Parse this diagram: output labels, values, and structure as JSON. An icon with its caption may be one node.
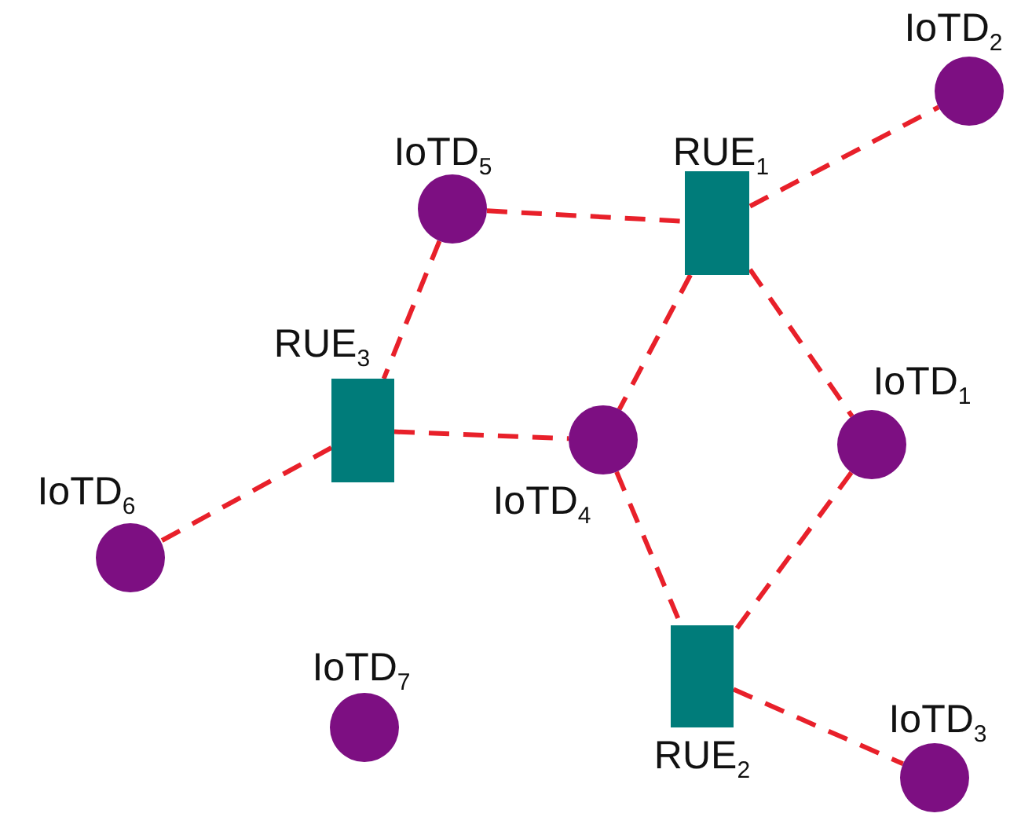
{
  "diagram": {
    "nodes": [
      {
        "text": [
          "IoTD$_{2}$"
        ]
      },
      {
        "text": [
          "IoTD$_{5}$"
        ]
      },
      {
        "text": [
          "RUE$_{1}$"
        ]
      },
      {
        "text": [
          "RUE$_{3}$"
        ]
      },
      {
        "text": [
          "IoTD$_{1}$"
        ]
      },
      {
        "text": [
          "IoTD$_{4}$"
        ]
      },
      {
        "text": [
          "IoTD$_{6}$"
        ]
      },
      {
        "text": [
          "IoTD$_{7}$"
        ]
      },
      {
        "text": [
          "RUE$_{2}$"
        ]
      },
      {
        "text": [
          "IoTD$_{3}$"
        ]
      }
    ],
    "edges": [
      {
        "from": 2,
        "to": 0,
        "arrow": "none",
        "style": "dashed"
      },
      {
        "from": 1,
        "to": 2,
        "arrow": "none",
        "style": "dashed"
      },
      {
        "from": 2,
        "to": 5,
        "arrow": "none",
        "style": "dashed"
      },
      {
        "from": 2,
        "to": 4,
        "arrow": "none",
        "style": "dashed"
      },
      {
        "from": 1,
        "to": 3,
        "arrow": "none",
        "style": "dashed"
      },
      {
        "from": 3,
        "to": 5,
        "arrow": "none",
        "style": "dashed"
      },
      {
        "from": 3,
        "to": 6,
        "arrow": "none",
        "style": "dashed"
      },
      {
        "from": 5,
        "to": 8,
        "arrow": "none",
        "style": "dashed"
      },
      {
        "from": 4,
        "to": 8,
        "arrow": "none",
        "style": "dashed"
      },
      {
        "from": 8,
        "to": 9,
        "arrow": "none",
        "style": "dashed"
      }
    ]
  }
}
